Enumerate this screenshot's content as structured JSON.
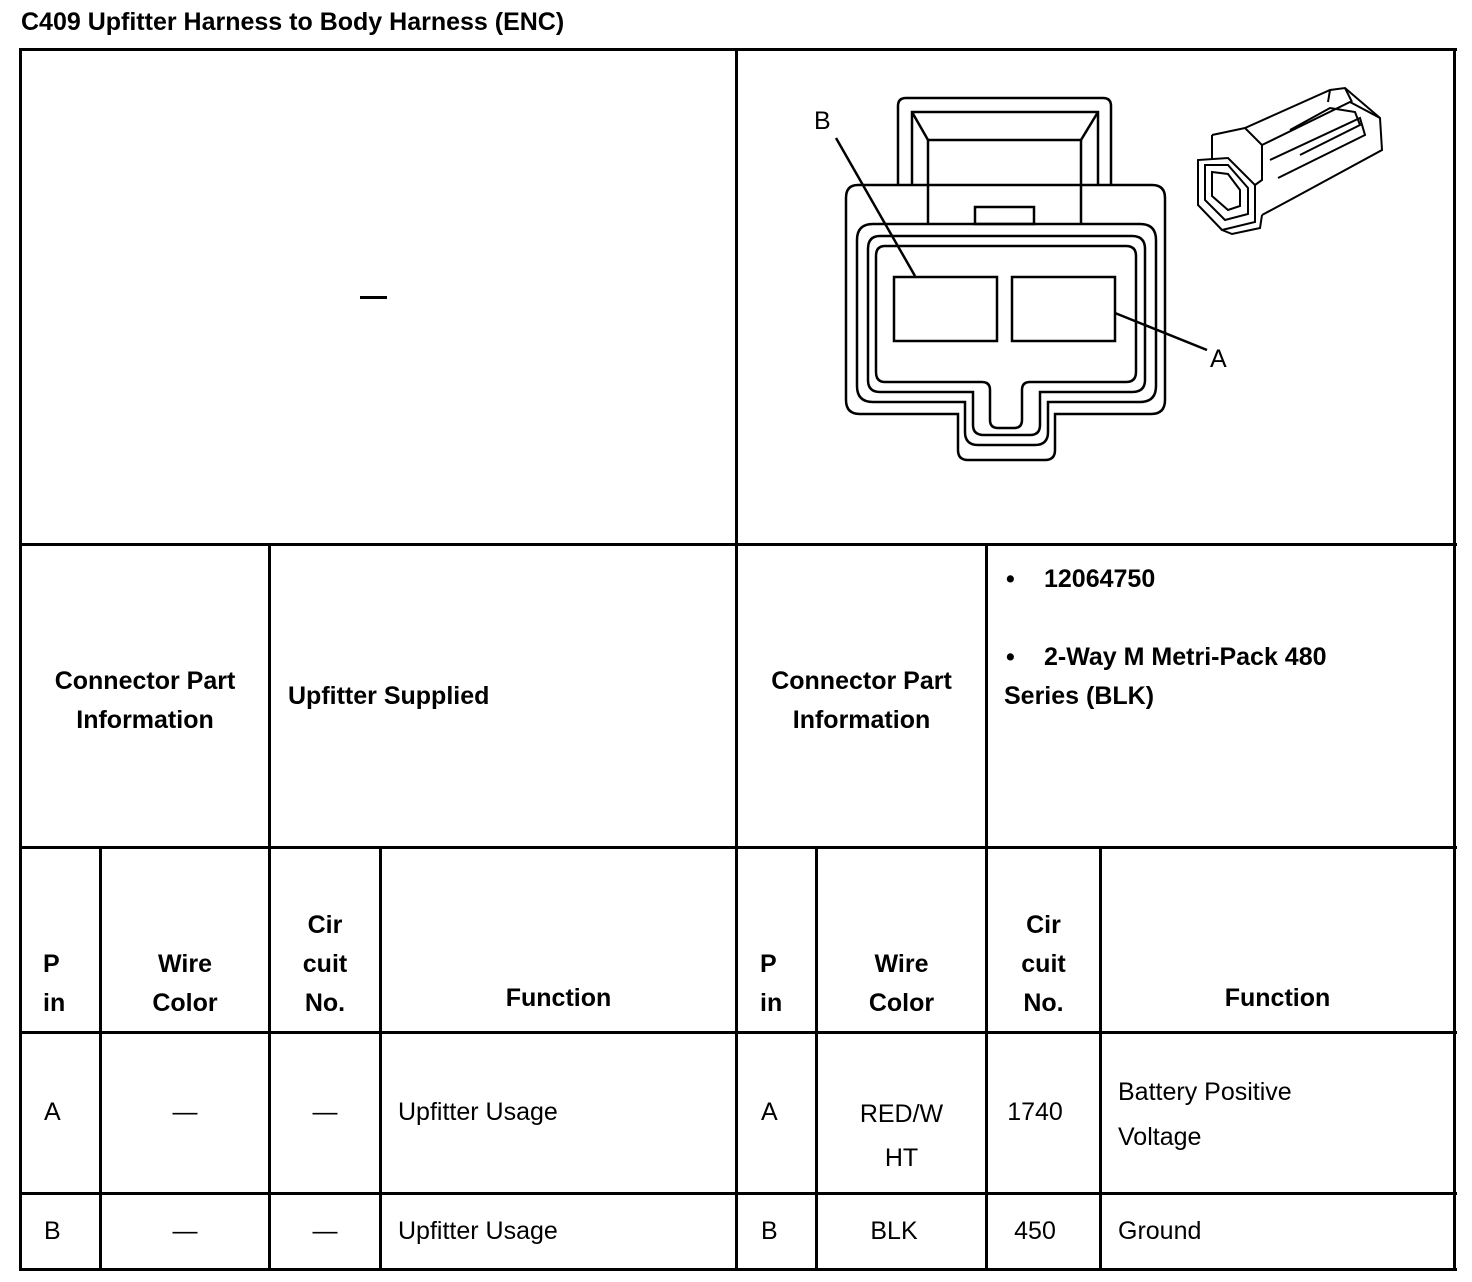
{
  "title": "C409 Upfitter Harness to Body Harness (ENC)",
  "left_image_placeholder": "—",
  "diagram": {
    "label_b": "B",
    "label_a": "A"
  },
  "left_connector": {
    "part_info_label_line1": "Connector Part",
    "part_info_label_line2": "Information",
    "part_info_value": "Upfitter Supplied",
    "headers": {
      "pin_l1": "P",
      "pin_l2": "in",
      "wire_l1": "Wire",
      "wire_l2": "Color",
      "circuit_l1": "Cir",
      "circuit_l2": "cuit",
      "circuit_l3": "No.",
      "function": "Function"
    },
    "rows": [
      {
        "pin": "A",
        "wire": "—",
        "circuit": "—",
        "function": "Upfitter Usage"
      },
      {
        "pin": "B",
        "wire": "—",
        "circuit": "—",
        "function": "Upfitter Usage"
      }
    ]
  },
  "right_connector": {
    "part_info_label_line1": "Connector Part",
    "part_info_label_line2": "Information",
    "part_number": "12064750",
    "series_line1": "2-Way M Metri-Pack 480",
    "series_line2": "Series (BLK)",
    "headers": {
      "pin_l1": "P",
      "pin_l2": "in",
      "wire_l1": "Wire",
      "wire_l2": "Color",
      "circuit_l1": "Cir",
      "circuit_l2": "cuit",
      "circuit_l3": "No.",
      "function": "Function"
    },
    "rows": [
      {
        "pin": "A",
        "wire_l1": "RED/W",
        "wire_l2": "HT",
        "circuit": "1740",
        "function_l1": "Battery Positive",
        "function_l2": "Voltage"
      },
      {
        "pin": "B",
        "wire_l1": "BLK",
        "circuit": "450",
        "function_l1": "Ground"
      }
    ]
  }
}
